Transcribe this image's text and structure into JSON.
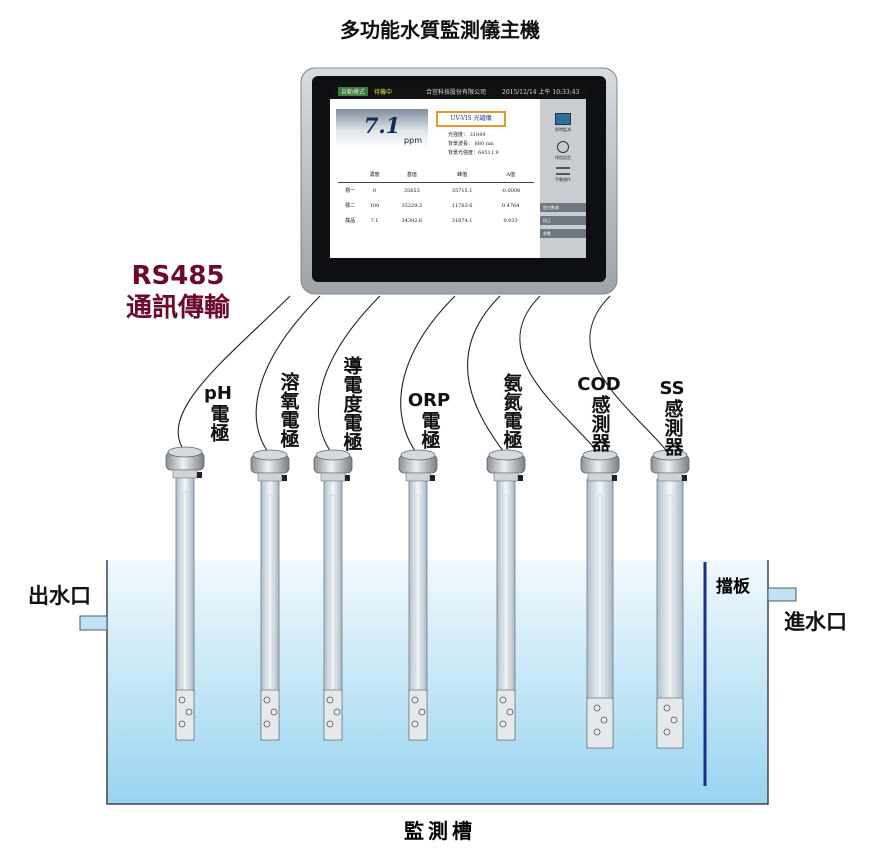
{
  "title": "多功能水質監測儀主機",
  "rs485": [
    "RS485",
    "通訊傳輸"
  ],
  "probes": [
    {
      "en": "pH",
      "cn": "電極"
    },
    {
      "en": "",
      "cn": "溶氧電極"
    },
    {
      "en": "",
      "cn": "導電度電極"
    },
    {
      "en": "ORP",
      "cn": "電極"
    },
    {
      "en": "",
      "cn": "氨氮電極"
    },
    {
      "en": "COD",
      "cn": "感測器"
    },
    {
      "en": "SS",
      "cn": "感測器"
    }
  ],
  "outlet": "出水口",
  "inlet": "進水口",
  "baffle": "擋板",
  "tank": "監測槽",
  "screen": {
    "mode": "自動模式",
    "status": "待機中",
    "company": "合宜科技股份有限公司",
    "datetime": "2015/12/14 上午 10:33:43",
    "value": "7.1",
    "unit": "ppm",
    "instrument": "UV-VIS 光譜儀",
    "info": [
      "光強度： 31849",
      "背景波長：   880   nm",
      "背景光強度：64511.9"
    ],
    "table_header": [
      "",
      "濃度",
      "基值",
      "峰值",
      "A值"
    ],
    "table_rows": [
      [
        "標一",
        "0",
        "35653",
        "35715.1",
        "-0.0008"
      ],
      [
        "標二",
        "100",
        "35229.2",
        "11763.6",
        "0.4764"
      ],
      [
        "樣品",
        "7.1",
        "34392.6",
        "31874.1",
        "0.033"
      ]
    ],
    "side_items": [
      "即時監測",
      "排程設定",
      "手動操作"
    ],
    "side_bars": [
      "歷史數據",
      "校正",
      "參數"
    ]
  },
  "colors": {
    "rs485": "#6b0a2e",
    "water_top": "#eaf6fc",
    "water_bottom": "#9fd7f1",
    "baffle": "#1d2f8a",
    "probe_tube": "#d7e2ea"
  }
}
